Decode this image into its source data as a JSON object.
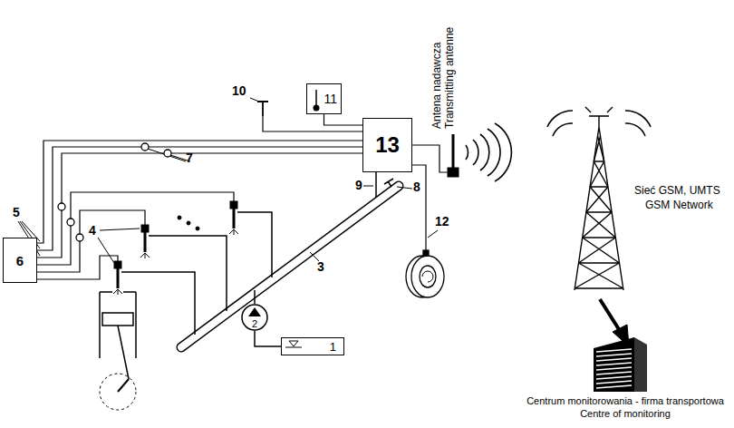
{
  "diagram": {
    "nodes": [
      {
        "text": [
          "6"
        ]
      },
      {
        "text": [
          "13"
        ]
      },
      {
        "text": [
          "11"
        ]
      },
      {
        "text": [
          "2"
        ]
      },
      {
        "text": [
          "1"
        ]
      }
    ],
    "edges": [
      {
        "from": 0,
        "to": 1,
        "arrow": "none"
      },
      {
        "from": 0,
        "to": 1,
        "arrow": "none"
      },
      {
        "from": 0,
        "to": 1,
        "arrow": "none"
      },
      {
        "from": 2,
        "to": 1,
        "arrow": "none"
      },
      {
        "from": 3,
        "to": 4,
        "arrow": "none"
      }
    ],
    "labels": [
      "5",
      "7",
      "4",
      "3",
      "8",
      "9",
      "10",
      "12",
      "Antena nadawcza",
      "Transmitting antenne",
      "Sieć GSM, UMTS",
      "GSM Network",
      "Centrum monitorowania - firma transportowa",
      "Centre of monitoring"
    ]
  }
}
